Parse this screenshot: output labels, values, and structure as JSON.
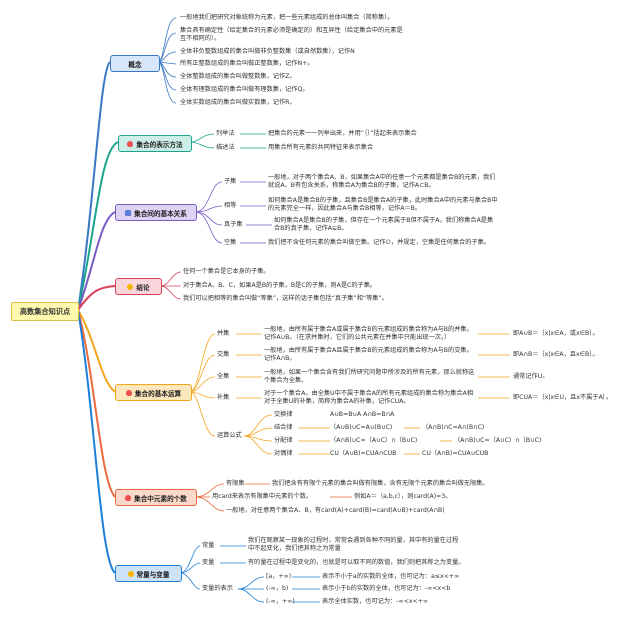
{
  "root": {
    "label": "高数集合知识点"
  },
  "colors": {
    "concept": "#3a78c3",
    "repr": "#1aa58c",
    "relation": "#7a5bc4",
    "conclusion": "#d9435a",
    "ops": "#f3a51e",
    "count": "#ec6a3d",
    "const": "#1d7fd8",
    "root_fill": "#fff9b0",
    "box_concept": "#d7e6fa",
    "box_repr": "#cdeee6",
    "box_rel": "#ddd3f3",
    "box_conc": "#f9d6dc",
    "box_ops": "#fde7bd",
    "box_count": "#fbd9ca",
    "box_const": "#cfe3f8"
  },
  "branches": {
    "concept": {
      "label": "概念",
      "items": [
        "一般地我们把研究对象统称为元素，把一些元素组成的总体叫集合（简称集）。",
        "集合具有确定性（给定集合的元素必须是确定的）和互异性（给定集合中的元素是互不相同的）。",
        "全体非负整数组成的集合叫做非负整数集（或自然数集），记作N",
        "所有正整数组成的集合叫做正整数集，记作N+。",
        "全体整数组成的集合叫做整数集，记作Z。",
        "全体有理数组成的集合叫做有理数集，记作Q。",
        "全体实数组成的集合叫做实数集，记作R。"
      ]
    },
    "repr": {
      "label": "集合的表示方法",
      "icon": "fire-icon",
      "items": [
        {
          "name": "列举法",
          "desc": "把集合的元素一一列举出来，并用“｛｝”括起来表示集合"
        },
        {
          "name": "描述法",
          "desc": "用集合所有元素的共同特征来表示集合"
        }
      ]
    },
    "relation": {
      "label": "集合间的基本关系",
      "icon": "grid-icon",
      "items": [
        {
          "name": "子集",
          "desc": "一般地，对于两个集合A、B，如果集合A中的任意一个元素都是集合B的元素，我们就说A、B有包含关系，称集合A为集合B的子集，记作A⊂B。"
        },
        {
          "name": "相等",
          "desc": "如何集合A是集合B的子集，且集合B是集合A的子集，此时集合A中的元素与集合B中的元素完全一样，因此集合A与集合B相等，记作A＝B。"
        },
        {
          "name": "真子集",
          "desc": "如何集合A是集合B的子集，但存在一个元素属于B但不属于A，我们称集合A是集合B的真子集，记作A⊊B。"
        },
        {
          "name": "空集",
          "desc": "我们把不含任何元素的集合叫做空集。记作∅，并规定，空集是任何集合的子集。"
        }
      ]
    },
    "conclusion": {
      "label": "结论",
      "icon": "bulb-icon",
      "items": [
        "任何一个集合是它本身的子集。",
        "对于集合A、B、C，如果A是B的子集，B是C的子集，则A是C的子集。",
        "我们可以把相等的集合叫做“等集”，这样的话子集包括“真子集”和“等集”。"
      ]
    },
    "ops": {
      "label": "集合的基本运算",
      "icon": "fire-icon",
      "items": [
        {
          "name": "并集",
          "desc": "一般地，由所有属于集合A或属于集合B的元素组成的集合称为A与B的并集。记作A∪B。（在求并集时，它们的公共元素在并集中只能出现一次。）",
          "note": "即A∪B＝｛x|x∈A，或x∈B｝。"
        },
        {
          "name": "交集",
          "desc": "一般地，由所有属于集合A且属于集合B的元素组成的集合称为A与B的交集。记作A∩B。",
          "note": "即A∩B＝｛x|x∈A，且x∈B｝。"
        },
        {
          "name": "全集",
          "desc": "一般地，如果一个集合含有我们所研究问题中所涉及的所有元素，那么就称这个集合为全集。",
          "note": "通常记作U。"
        },
        {
          "name": "补集",
          "desc": "对于一个集合A，由全集U中不属于集合A的所有元素组成的集合称为集合A相对于全集U的补集，简称为集合A的补集，记作CUA。",
          "note": "即CUA＝｛x|x∈U，且x不属于A｝。"
        }
      ],
      "formulas": {
        "label": "运算公式",
        "rows": [
          {
            "name": "交换律",
            "a": "A∪B=B∪A  A∩B=B∩A",
            "b": "",
            "c": ""
          },
          {
            "name": "结合律",
            "a": "（A∪B)∪C=A∪(B∪C)",
            "b": "（A∩B)∩C=A∩(B∩C)",
            "c": ""
          },
          {
            "name": "分配律",
            "a": "（A∩B)∪C=（A∪C）∩（B∪C)",
            "b": "（A∩B)∪C=（A∪C）∩（B∪C)",
            "c": ""
          },
          {
            "name": "对偶律",
            "a": "CU（A∪B)=CUA∩CUB",
            "b": "CU（A∩B)=CUA∪CUB",
            "c": ""
          }
        ]
      }
    },
    "count": {
      "label": "集合中元素的个数",
      "icon": "fire-icon",
      "items": [
        {
          "name": "有限集",
          "desc": "我们把含有有限个元素的集合叫做有限集，含有无限个元素的集合叫做无限集。"
        },
        {
          "name": "用card来表示有限集中元素的个数。",
          "desc": "例如A＝｛a,b,c｝，则card(A)=3。"
        },
        {
          "name": "一般地，对任意两个集合A、B，有card(A)+card(B)=card(A∪B)+card(A∩B)",
          "desc": ""
        }
      ]
    },
    "const": {
      "label": "常量与变量",
      "icon": "star-icon",
      "items": [
        {
          "name": "常量",
          "desc": "我们在观察某一现象的过程时，常常会遇到各种不同的量，其中有的量在过程中不起变化，我们把其称之为常量"
        },
        {
          "name": "变量",
          "desc": "有的量在过程中是变化的，也就是可以取不同的数值，我们则把其称之为变量。"
        }
      ],
      "repr": {
        "label": "变量的表示",
        "rows": [
          {
            "range": "[a，+∞)",
            "desc": "表示不小于a的实数的全体，也可记为：a≤x<+∞"
          },
          {
            "range": "(-∞，b)",
            "desc": "表示小于b的实数的全体，也可记为：-∞<x<b"
          },
          {
            "range": "(-∞，+∞)",
            "desc": "表示全体实数，也可记为：-∞<x<+∞"
          }
        ]
      }
    }
  }
}
